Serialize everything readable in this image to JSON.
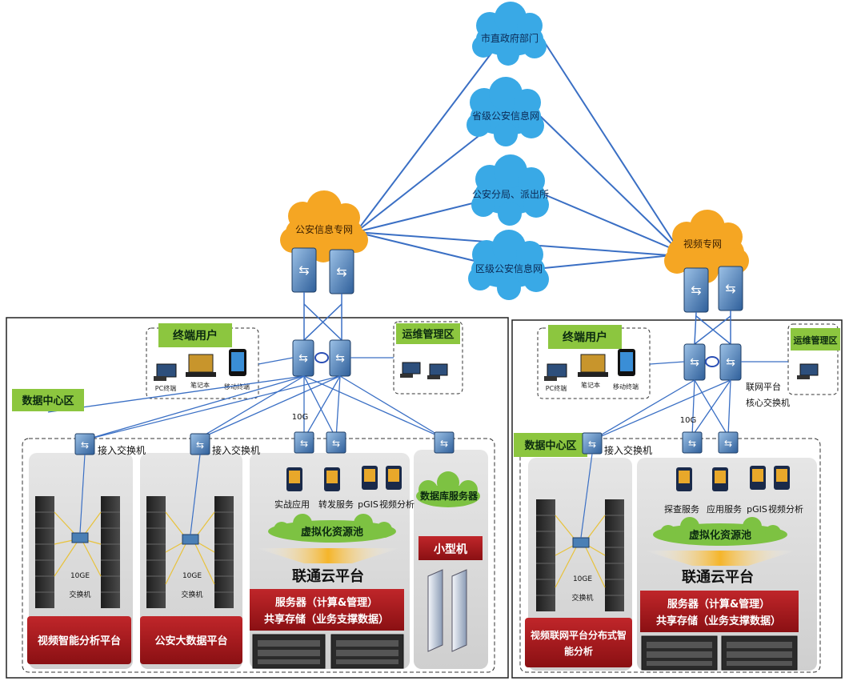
{
  "clouds": {
    "shizheng": "市直政府部门",
    "shengji": "省级公安信息网",
    "fenju": "公安分局、派出所",
    "quji": "区级公安信息网",
    "gongan_zhuanwang": "公安信息专网",
    "shipin_zhuanwang": "视频专网"
  },
  "left": {
    "terminal_users": "终端用户",
    "ops_area": "运维管理区",
    "dc_area": "数据中心区",
    "device_pc": "PC终端",
    "device_laptop": "笔记本",
    "device_mobile": "移动终端",
    "label_10g": "10G",
    "access_switch_1": "接入交换机",
    "access_switch_2": "接入交换机",
    "svc_1": "实战应用",
    "svc_2": "转发服务",
    "svc_3": "pGIS",
    "svc_4": "视频分析",
    "db_server": "数据库服务器",
    "virt_pool": "虚拟化资源池",
    "minicomputer": "小型机",
    "cloud_platform": "联通云平台",
    "server_line1": "服务器（计算&管理）",
    "server_line2": "共享存储（业务支撑数据）",
    "switch_10ge_a": "10GE",
    "switch_10ge_b": "交换机",
    "switch_10ge_c": "10GE",
    "switch_10ge_d": "交换机",
    "platform_video": "视频智能分析平台",
    "platform_bigdata": "公安大数据平台"
  },
  "right": {
    "terminal_users": "终端用户",
    "ops_area": "运维管理区",
    "core_switch_1": "联网平台",
    "core_switch_2": "核心交换机",
    "dc_area": "数据中心区",
    "device_pc": "PC终端",
    "device_laptop": "笔记本",
    "device_mobile": "移动终端",
    "label_10g": "10G",
    "access_switch": "接入交换机",
    "svc_1": "探查服务",
    "svc_2": "应用服务",
    "svc_3": "pGIS",
    "svc_4": "视频分析",
    "virt_pool": "虚拟化资源池",
    "cloud_platform": "联通云平台",
    "server_line1": "服务器（计算&管理）",
    "server_line2": "共享存储（业务支撑数据）",
    "switch_10ge_a": "10GE",
    "switch_10ge_b": "交换机",
    "platform_line1": "视频联网平台分布式智",
    "platform_line2": "能分析"
  },
  "colors": {
    "cloud_blue": "#39a9e6",
    "cloud_orange": "#f5a623",
    "label_green": "#8cc63f",
    "platform_red": "#a3161a",
    "switch_blue": "#4a7fb5",
    "line_blue": "#3a6fc4"
  }
}
